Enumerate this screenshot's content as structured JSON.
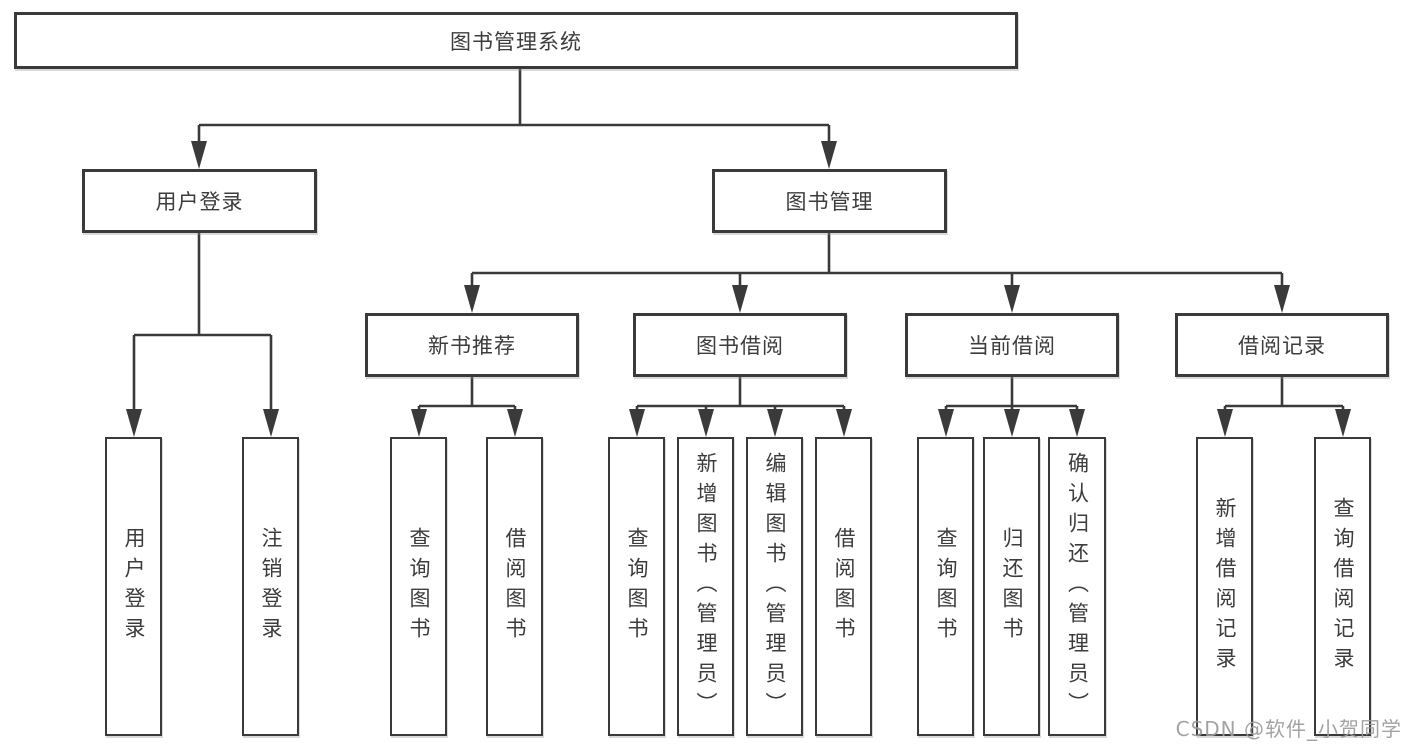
{
  "diagram": {
    "title_node": {
      "label": "图书管理系统"
    },
    "level2": [
      {
        "label": "用户登录"
      },
      {
        "label": "图书管理"
      }
    ],
    "level3": [
      {
        "label": "新书推荐",
        "parent": "图书管理"
      },
      {
        "label": "图书借阅",
        "parent": "图书管理"
      },
      {
        "label": "当前借阅",
        "parent": "图书管理"
      },
      {
        "label": "借阅记录",
        "parent": "图书管理"
      }
    ],
    "leaves": [
      {
        "label": "用户登录",
        "parent": "用户登录"
      },
      {
        "label": "注销登录",
        "parent": "用户登录"
      },
      {
        "label": "查询图书",
        "parent": "新书推荐"
      },
      {
        "label": "借阅图书",
        "parent": "新书推荐"
      },
      {
        "label": "查询图书",
        "parent": "图书借阅"
      },
      {
        "label": "新增图书（管理员）",
        "parent": "图书借阅"
      },
      {
        "label": "编辑图书（管理员）",
        "parent": "图书借阅"
      },
      {
        "label": "借阅图书",
        "parent": "图书借阅"
      },
      {
        "label": "查询图书",
        "parent": "当前借阅"
      },
      {
        "label": "归还图书",
        "parent": "当前借阅"
      },
      {
        "label": "确认归还（管理员）",
        "parent": "当前借阅"
      },
      {
        "label": "新增借阅记录",
        "parent": "借阅记录"
      },
      {
        "label": "查询借阅记录",
        "parent": "借阅记录"
      }
    ]
  },
  "watermark": {
    "text": "CSDN @软件_小贺同学"
  },
  "colors": {
    "line": "#3a3a3a",
    "node_border": "#3a3a3a",
    "node_text": "#3c3c3c",
    "background": "#ffffff",
    "watermark": "#9b9b9b"
  }
}
